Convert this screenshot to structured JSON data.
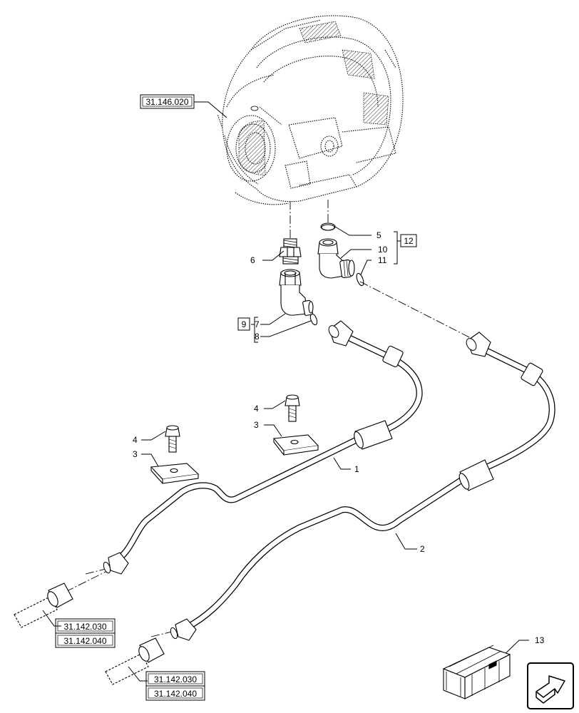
{
  "diagram": {
    "reference_boxes": {
      "transmission": "31.146.020",
      "tube1_a": "31.142.030",
      "tube1_b": "31.142.040",
      "tube2_a": "31.142.030",
      "tube2_b": "31.142.040"
    },
    "group_boxes": {
      "group12": "12",
      "group9": "9"
    },
    "callouts": {
      "c1": "1",
      "c2": "2",
      "c3a": "3",
      "c3b": "3",
      "c4a": "4",
      "c4b": "4",
      "c5": "5",
      "c6": "6",
      "c7": "7",
      "c8": "8",
      "c10": "10",
      "c11": "11",
      "c13": "13"
    }
  }
}
